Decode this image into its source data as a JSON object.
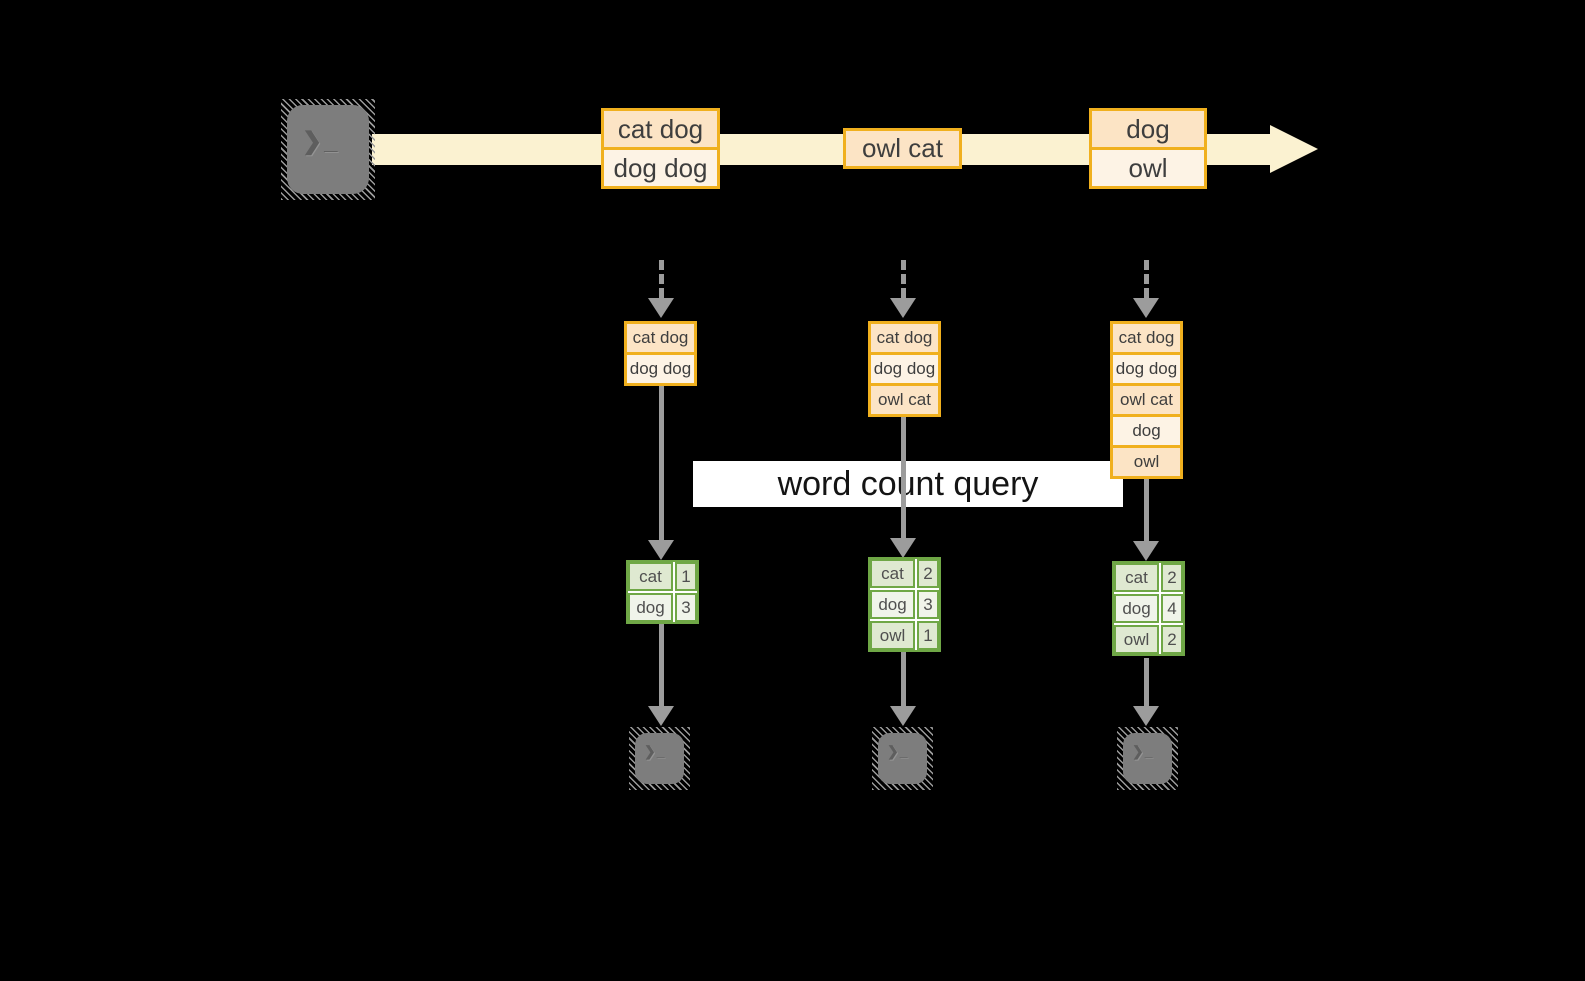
{
  "query_label": "word count query",
  "icons": {
    "terminal_prompt": "❯_"
  },
  "stream": {
    "events": [
      {
        "lines": [
          "cat dog",
          "dog dog"
        ]
      },
      {
        "lines": [
          "owl cat"
        ]
      },
      {
        "lines": [
          "dog",
          "owl"
        ]
      }
    ]
  },
  "columns": [
    {
      "buffer": [
        "cat dog",
        "dog dog"
      ],
      "counts": [
        {
          "word": "cat",
          "count": "1"
        },
        {
          "word": "dog",
          "count": "3"
        }
      ]
    },
    {
      "buffer": [
        "cat dog",
        "dog dog",
        "owl cat"
      ],
      "counts": [
        {
          "word": "cat",
          "count": "2"
        },
        {
          "word": "dog",
          "count": "3"
        },
        {
          "word": "owl",
          "count": "1"
        }
      ]
    },
    {
      "buffer": [
        "cat dog",
        "dog dog",
        "owl cat",
        "dog",
        "owl"
      ],
      "counts": [
        {
          "word": "cat",
          "count": "2"
        },
        {
          "word": "dog",
          "count": "4"
        },
        {
          "word": "owl",
          "count": "2"
        }
      ]
    }
  ],
  "colors": {
    "background": "#000000",
    "stream_band": "#fbf2d1",
    "box_border": "#f0b01e",
    "box_fill_dark": "#fce4c5",
    "box_fill_light": "#fdf3e5",
    "box_text": "#3e3e3e",
    "table_border": "#6fa746",
    "cell_fill_dark": "#dfe9d1",
    "cell_fill_light": "#f0f4ea",
    "table_text": "#4f4f4f",
    "arrow": "#9c9c9c",
    "terminal_fill": "#7d7d7d",
    "label_bg": "#ffffff",
    "label_text": "#141414"
  }
}
